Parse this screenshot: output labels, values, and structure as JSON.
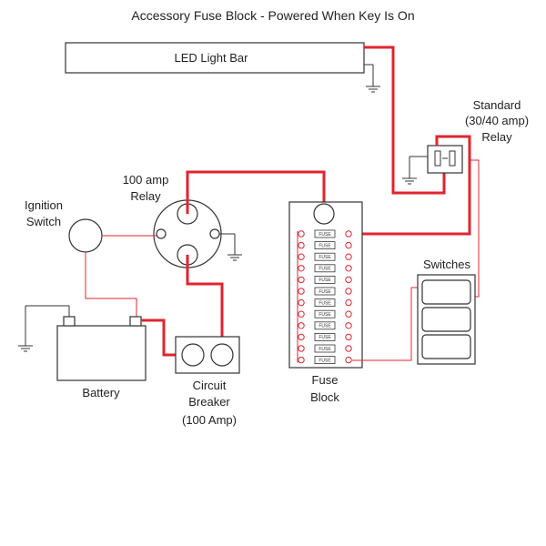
{
  "title": "Accessory Fuse Block - Powered When Key Is On",
  "labels": {
    "led_light_bar": "LED Light Bar",
    "standard_relay_line1": "Standard",
    "standard_relay_line2": "(30/40 amp)",
    "standard_relay_line3": "Relay",
    "relay_100_line1": "100 amp",
    "relay_100_line2": "Relay",
    "ignition_line1": "Ignition",
    "ignition_line2": "Switch",
    "switches": "Switches",
    "battery": "Battery",
    "breaker_line1": "Circuit",
    "breaker_line2": "Breaker",
    "breaker_line3": "(100 Amp)",
    "fuse_block_line1": "Fuse",
    "fuse_block_line2": "Block"
  },
  "fuse_block": {
    "fuse_label": "FUSE",
    "fuse_count": 12
  },
  "colors": {
    "power_wire": "#e0242f",
    "signal_wire": "#e0242f",
    "outline": "#333333"
  }
}
